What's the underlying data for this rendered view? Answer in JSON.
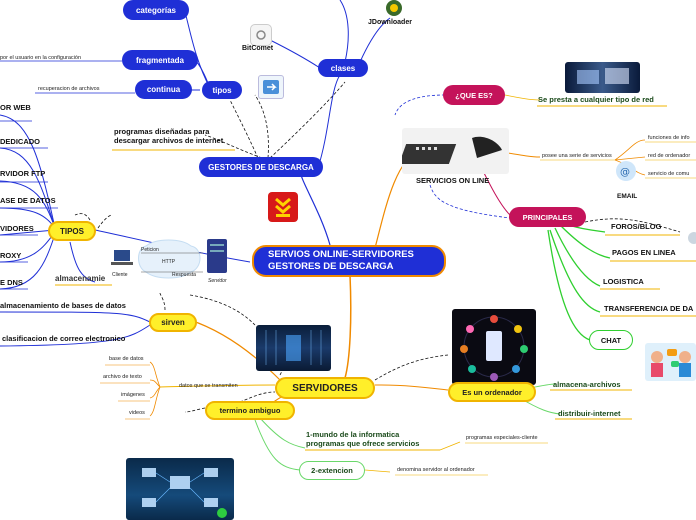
{
  "central": {
    "title": "SERVIOS ONLINE-SERVIDORES\nGESTORES DE DESCARGA"
  },
  "gestores": {
    "label": "GESTORES DE DESCARGA",
    "programas": "programas diseñadas para\ndescargar archivos de internet",
    "clases": "clases",
    "bitcomet": "BitComet",
    "jdownloader": "JDownloader",
    "tipos": "tipos",
    "tipos_items": [
      "categorías",
      "fragmentada",
      "continua"
    ],
    "fragmentada_note": "por el usuario en la configuración",
    "continua_note": "recuperacion de archivos"
  },
  "tipos_left": {
    "label": "TIPOS",
    "items": [
      "OR WEB",
      "DEDICADO",
      "RVIDOR FTP",
      "ASE DE DATOS",
      "VIDORES",
      "ROXY",
      "E DNS"
    ],
    "almacenamiento": "almacenamie",
    "diagram": {
      "peticion": "Peticion",
      "http": "HTTP",
      "respuesta": "Respuesta",
      "cliente": "Cliente",
      "servidor": "Servidor"
    }
  },
  "sirven": {
    "label": "sirven",
    "items": [
      "almacenamiento de bases de datos",
      "clasificacion de correo electronico"
    ]
  },
  "servidores": {
    "label": "SERVIDORES",
    "datos": "datos que se transmiten",
    "datos_items": [
      "base de datos",
      "archivo de texto",
      "imágenes",
      "videos"
    ],
    "termino": "termino ambiguo",
    "mundo": "1-mundo de la informatica\nprogramas que ofrece servicios",
    "mundo_note": "programas especiales-cliente",
    "extencion": "2-extencion",
    "extencion_note": "denomina servidor al ordenador"
  },
  "ordenador": {
    "label": "Es un ordenador",
    "items": [
      "almacena-archivos",
      "distribuir-internet"
    ]
  },
  "servicios": {
    "label": "SERVICIOS ON LINE",
    "que_es": "¿QUE ES?",
    "que_es_answer": "Se presta a cualquier tipo de red",
    "posee": "posee una serie de servicios",
    "email": "EMAIL",
    "email_items": [
      "funciones de info",
      "red de ordenador",
      "servicio de comu"
    ],
    "principales": "PRINCIPALES",
    "principales_items": [
      "FOROS/BLOG",
      "PAGOS EN LINEA",
      "LOGISTICA",
      "TRANSFERENCIA DE DA",
      "CHAT"
    ]
  },
  "colors": {
    "blue": "#1f2fd6",
    "crimson": "#c4135a",
    "yellow": "#ffef2a",
    "orange": "#f08a00",
    "green": "#2fcf2f"
  }
}
